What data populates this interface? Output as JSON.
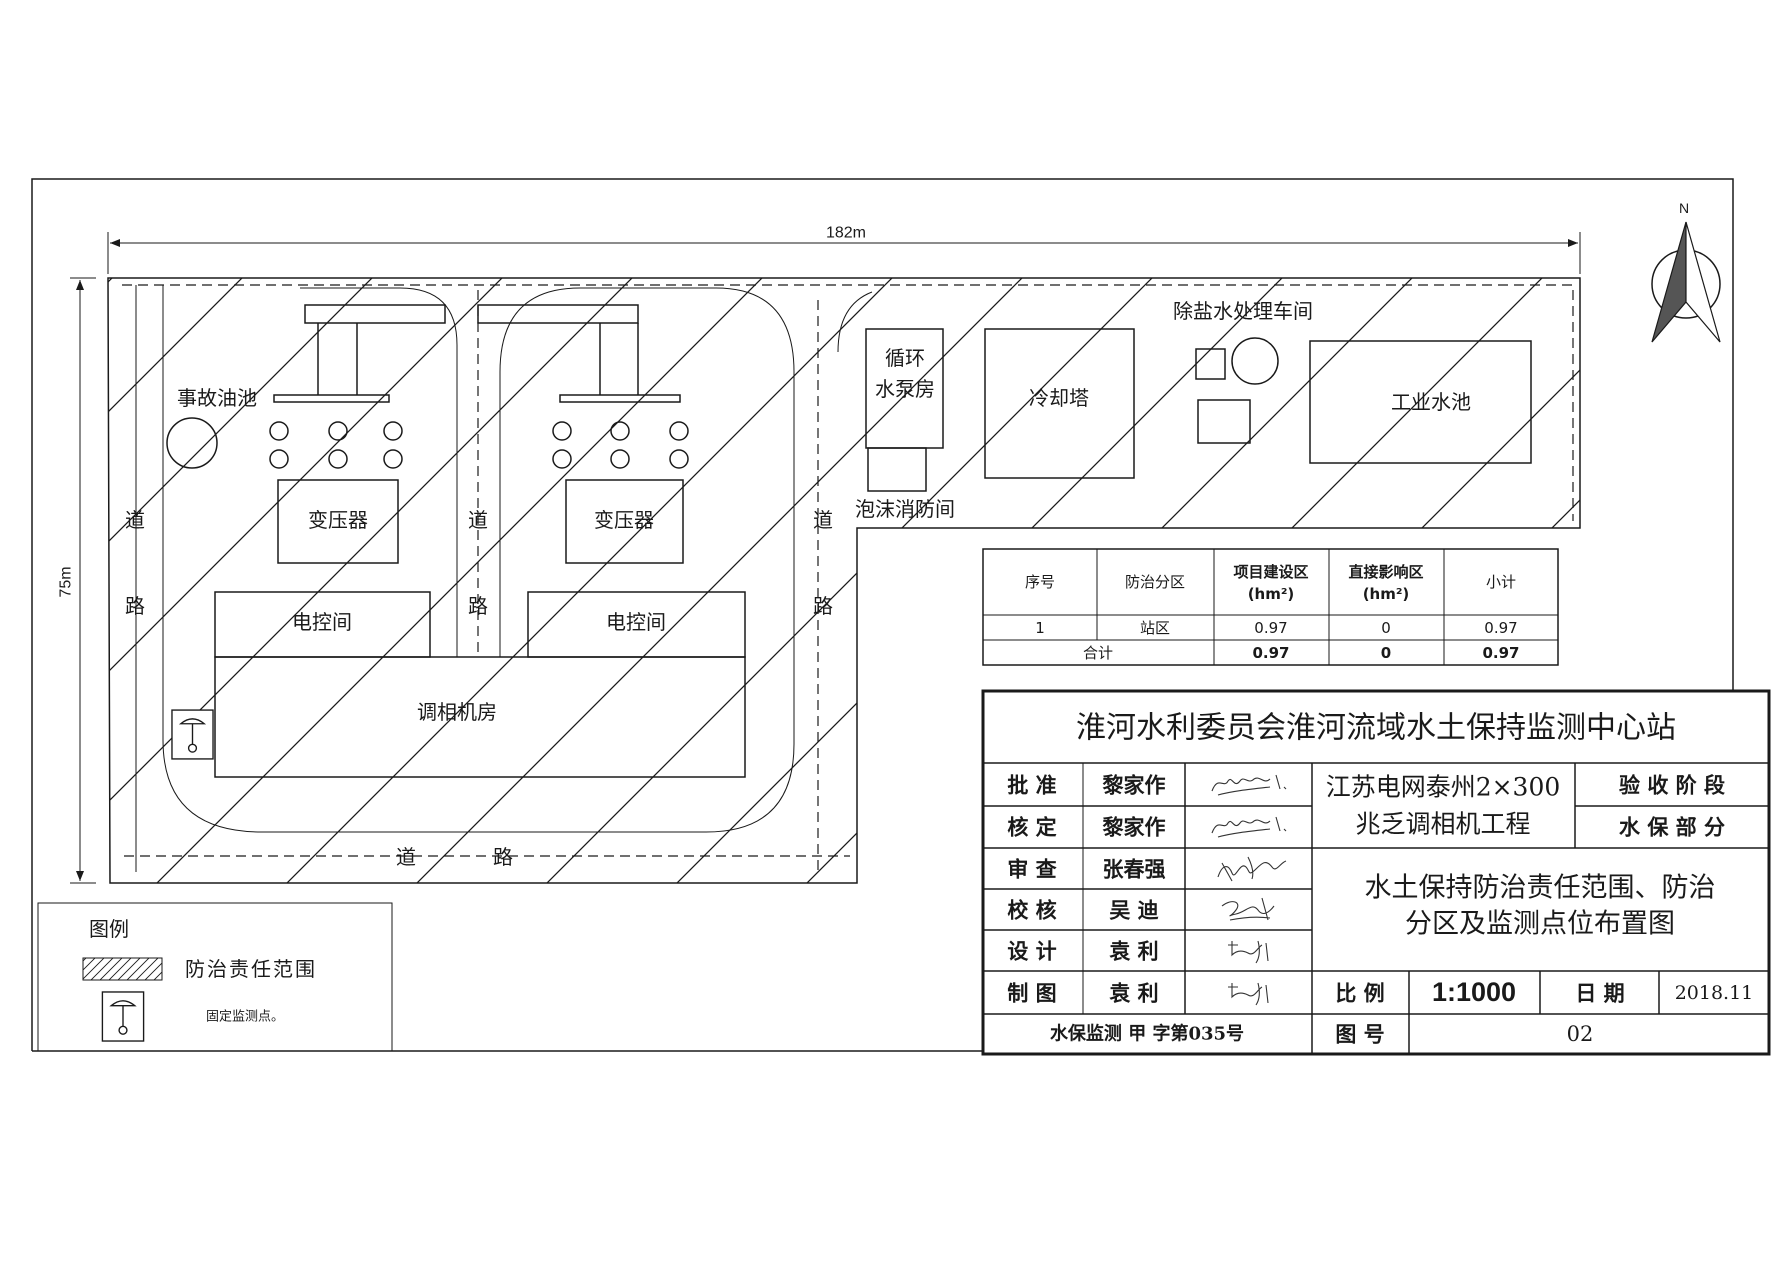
{
  "drawing": {
    "dimension_width": "182m",
    "dimension_height": "75m",
    "north_label": "N",
    "buildings": {
      "oil_pool": "事故油池",
      "transformer_left": "变压器",
      "transformer_right": "变压器",
      "control_room_left": "电控间",
      "control_room_right": "电控间",
      "condenser_hall": "调相机房",
      "pump_house_line1": "循环",
      "pump_house_line2": "水泵房",
      "foam_fire_room": "泡沫消防间",
      "cooling_tower": "冷却塔",
      "desalination_workshop": "除盐水处理车间",
      "industrial_pool": "工业水池"
    },
    "roads": {
      "left": [
        "道",
        "路"
      ],
      "middle": [
        "道",
        "路"
      ],
      "right": [
        "道",
        "路"
      ],
      "bottom": [
        "道",
        "路"
      ]
    }
  },
  "area_table": {
    "headers": {
      "no": "序号",
      "zone": "防治分区",
      "construction": "项目建设区",
      "influence": "直接影响区",
      "subtotal": "小计",
      "unit": "(hm²)"
    },
    "rows": [
      {
        "no": "1",
        "zone": "站区",
        "construction": "0.97",
        "influence": "0",
        "subtotal": "0.97"
      }
    ],
    "total": {
      "label": "合计",
      "construction": "0.97",
      "influence": "0",
      "subtotal": "0.97"
    }
  },
  "legend": {
    "title": "图例",
    "hatch_label": "防治责任范围",
    "monitor_label": "固定监测点。"
  },
  "title_block": {
    "organization": "淮河水利委员会淮河流域水土保持监测中心站",
    "signoff": [
      {
        "role": "批 准",
        "name": "黎家作"
      },
      {
        "role": "核 定",
        "name": "黎家作"
      },
      {
        "role": "审 查",
        "name": "张春强"
      },
      {
        "role": "校 核",
        "name": "吴 迪"
      },
      {
        "role": "设 计",
        "name": "袁 利"
      },
      {
        "role": "制 图",
        "name": "袁 利"
      }
    ],
    "certificate": "水保监测 甲 字第035号",
    "project_line1": "江苏电网泰州2×300",
    "project_line2": "兆乏调相机工程",
    "stage": "验 收 阶 段",
    "part": "水 保 部 分",
    "drawing_title_line1": "水土保持防治责任范围、防治",
    "drawing_title_line2": "分区及监测点位布置图",
    "scale_label": "比 例",
    "scale": "1:1000",
    "date_label": "日 期",
    "date": "2018.11",
    "drawing_no_label": "图 号",
    "drawing_no": "02"
  },
  "icons": {
    "north": "north-arrow-icon",
    "monitor": "monitoring-point-icon"
  },
  "colors": {
    "ink": "#1a1a1a",
    "paper": "#ffffff",
    "north_fill": "#555555"
  }
}
